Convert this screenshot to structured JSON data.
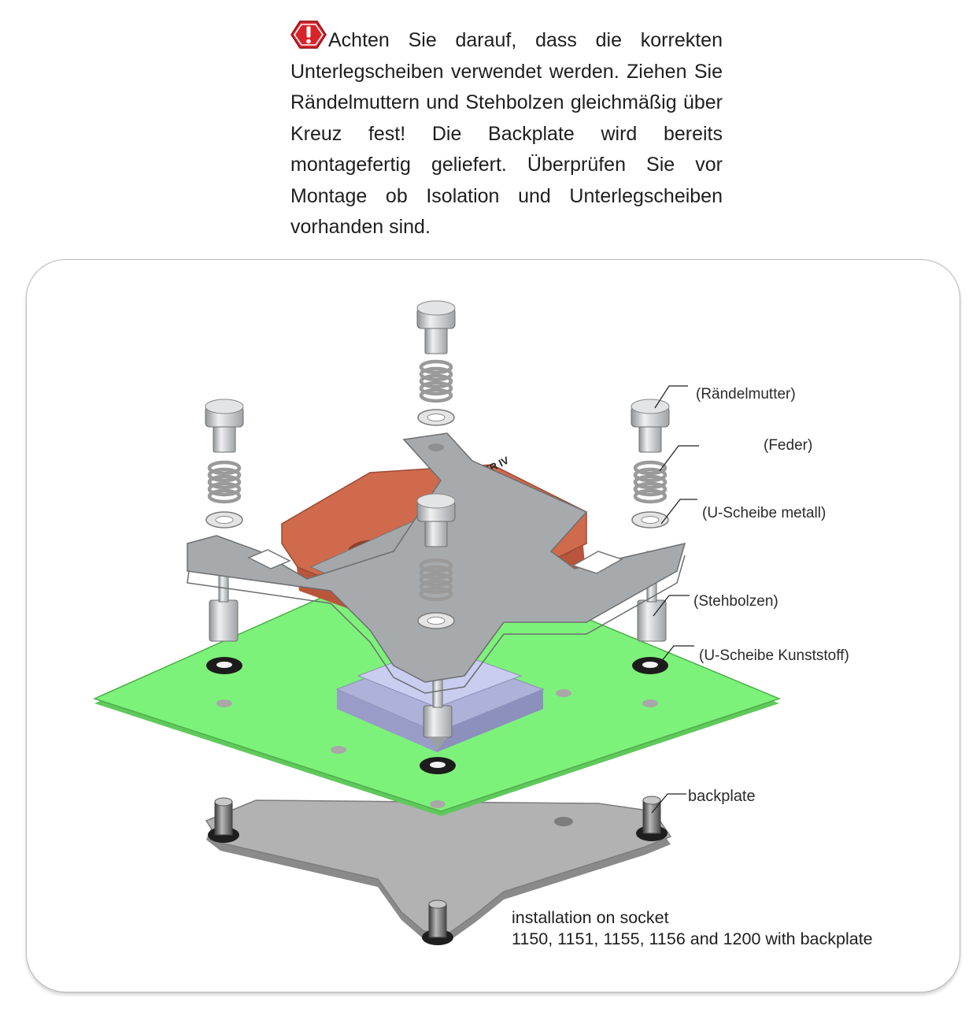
{
  "warning": {
    "icon": "warning-icon",
    "color": "#d8232a",
    "text": "Achten Sie darauf, dass die korrekten Unterlegscheiben verwendet werden. Ziehen Sie Rändelmuttern und Stehbolzen gleichmäßig über Kreuz fest! Die Backplate wird bereits montagefertig geliefert. Überprüfen Sie vor Montage ob Isolation und Unterlegscheiben vorhanden sind."
  },
  "diagram": {
    "block_brand": "HEATKILLER IV",
    "labels": {
      "knurled_nut": "(Rändelmutter)",
      "spring": "(Feder)",
      "washer_metal": "(U-Scheibe metall)",
      "standoff": "(Stehbolzen)",
      "washer_plastic": "(U-Scheibe Kunststoff)",
      "backplate": "backplate"
    },
    "caption_line1": "installation on socket",
    "caption_line2": "1150, 1151, 1155, 1156 and 1200  with backplate",
    "colors": {
      "pcb": "#7df27a",
      "copper": "#cf6a4d",
      "bracket": "#a7aaad",
      "backplate": "#b2b2b2",
      "cpu": "#c9cdef"
    }
  }
}
